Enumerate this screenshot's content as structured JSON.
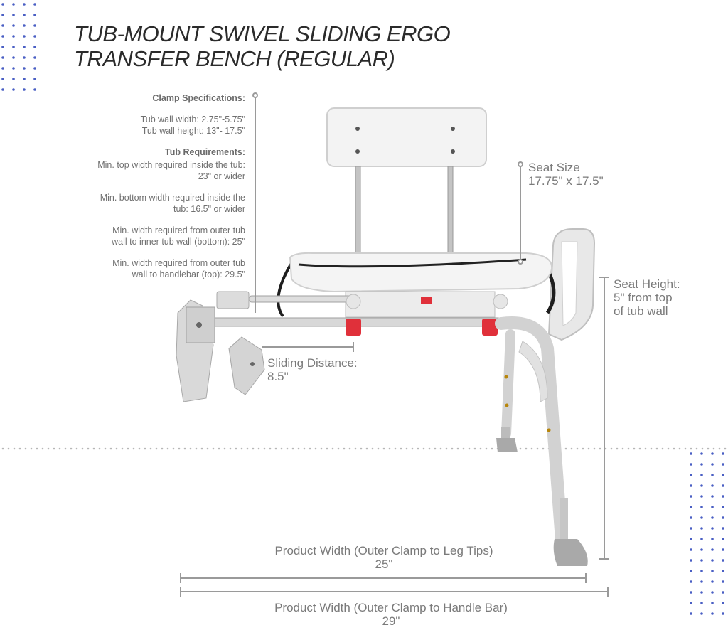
{
  "title": {
    "line1": "TUB-MOUNT SWIVEL SLIDING ERGO",
    "line2": "TRANSFER BENCH (REGULAR)"
  },
  "specs": {
    "clamp_heading": "Clamp Specifications:",
    "tub_wall_width": "Tub wall width: 2.75\"-5.75\"",
    "tub_wall_height": "Tub wall height: 13\"- 17.5\"",
    "tub_heading": "Tub Requirements:",
    "req1_line1": "Min. top width required inside the tub:",
    "req1_line2": "23\" or wider",
    "req2_line1": "Min. bottom width required inside the",
    "req2_line2": "tub:  16.5\" or wider",
    "req3_line1": "Min. width required from outer tub",
    "req3_line2": "wall to inner tub wall (bottom): 25\"",
    "req4_line1": "Min. width required from outer tub",
    "req4_line2": "wall to handlebar (top): 29.5\""
  },
  "seat_size": {
    "line1": "Seat Size",
    "line2": "17.75\" x 17.5\""
  },
  "seat_height": {
    "line1": "Seat Height:",
    "line2": "5\" from top",
    "line3": "of tub wall"
  },
  "sliding": {
    "line1": "Sliding Distance:",
    "line2": "8.5\""
  },
  "width_legs": {
    "label": "Product Width (Outer Clamp to Leg Tips)",
    "value": "25\""
  },
  "width_handle": {
    "label": "Product Width (Outer Clamp to Handle Bar)",
    "value": "29\""
  },
  "colors": {
    "dots": "#4a5fc4",
    "dimension_line": "#9a9a9a",
    "clamp_red": "#e0303a",
    "frame_gray": "#c9c9c9"
  }
}
